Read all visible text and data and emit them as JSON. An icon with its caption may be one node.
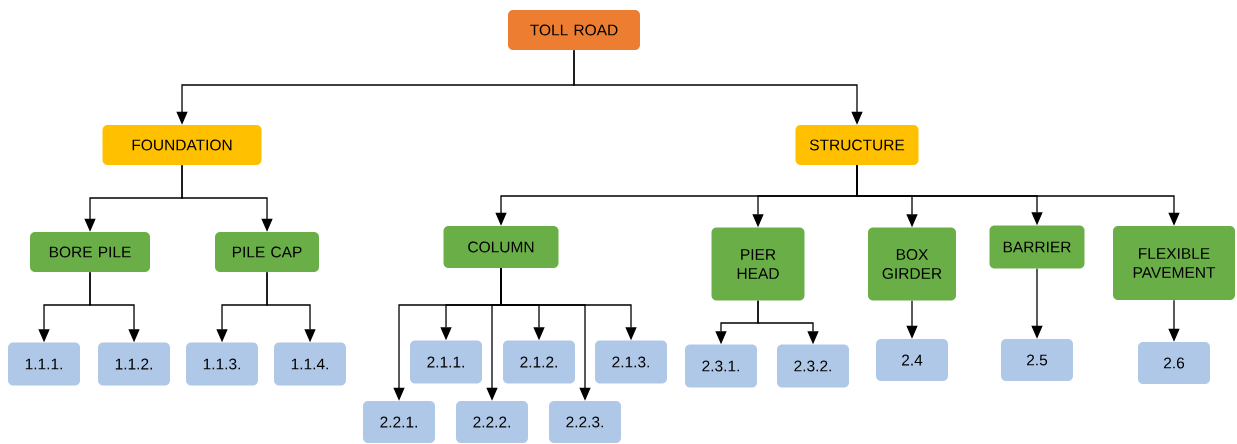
{
  "diagram": {
    "nodes": [
      {
        "text": [
          "TOLL ROAD"
        ]
      },
      {
        "text": [
          "FOUNDATION"
        ]
      },
      {
        "text": [
          "STRUCTURE"
        ]
      },
      {
        "text": [
          "BORE PILE"
        ]
      },
      {
        "text": [
          "PILE CAP"
        ]
      },
      {
        "text": [
          "COLUMN"
        ]
      },
      {
        "text": [
          "PIER HEAD"
        ]
      },
      {
        "text": [
          "BOX GIRDER"
        ]
      },
      {
        "text": [
          "BARRIER"
        ]
      },
      {
        "text": [
          "FLEXIBLE PAVEMENT"
        ]
      },
      {
        "text": [
          "1.1.1."
        ]
      },
      {
        "text": [
          "1.1.2."
        ]
      },
      {
        "text": [
          "1.1.3."
        ]
      },
      {
        "text": [
          "1.1.4."
        ]
      },
      {
        "text": [
          "2.1.1."
        ]
      },
      {
        "text": [
          "2.1.2."
        ]
      },
      {
        "text": [
          "2.1.3."
        ]
      },
      {
        "text": [
          "2.2.1."
        ]
      },
      {
        "text": [
          "2.2.2."
        ]
      },
      {
        "text": [
          "2.2.3."
        ]
      },
      {
        "text": [
          "2.3.1."
        ]
      },
      {
        "text": [
          "2.3.2."
        ]
      },
      {
        "text": [
          "2.4"
        ]
      },
      {
        "text": [
          "2.5"
        ]
      },
      {
        "text": [
          "2.6"
        ]
      }
    ],
    "edges": [
      {
        "from": 0,
        "to": 1,
        "arrow": "to"
      },
      {
        "from": 0,
        "to": 2,
        "arrow": "to"
      },
      {
        "from": 1,
        "to": 3,
        "arrow": "to"
      },
      {
        "from": 1,
        "to": 4,
        "arrow": "to"
      },
      {
        "from": 2,
        "to": 5,
        "arrow": "to"
      },
      {
        "from": 2,
        "to": 6,
        "arrow": "to"
      },
      {
        "from": 2,
        "to": 7,
        "arrow": "to"
      },
      {
        "from": 2,
        "to": 8,
        "arrow": "to"
      },
      {
        "from": 2,
        "to": 9,
        "arrow": "to"
      },
      {
        "from": 3,
        "to": 10,
        "arrow": "to"
      },
      {
        "from": 3,
        "to": 11,
        "arrow": "to"
      },
      {
        "from": 4,
        "to": 12,
        "arrow": "to"
      },
      {
        "from": 4,
        "to": 13,
        "arrow": "to"
      },
      {
        "from": 5,
        "to": 14,
        "arrow": "to"
      },
      {
        "from": 5,
        "to": 15,
        "arrow": "to"
      },
      {
        "from": 5,
        "to": 16,
        "arrow": "to"
      },
      {
        "from": 5,
        "to": 17,
        "arrow": "to"
      },
      {
        "from": 5,
        "to": 18,
        "arrow": "to"
      },
      {
        "from": 5,
        "to": 19,
        "arrow": "to"
      },
      {
        "from": 6,
        "to": 20,
        "arrow": "to"
      },
      {
        "from": 6,
        "to": 21,
        "arrow": "to"
      },
      {
        "from": 7,
        "to": 22,
        "arrow": "to"
      },
      {
        "from": 8,
        "to": 23,
        "arrow": "to"
      },
      {
        "from": 9,
        "to": 24,
        "arrow": "to"
      }
    ]
  }
}
